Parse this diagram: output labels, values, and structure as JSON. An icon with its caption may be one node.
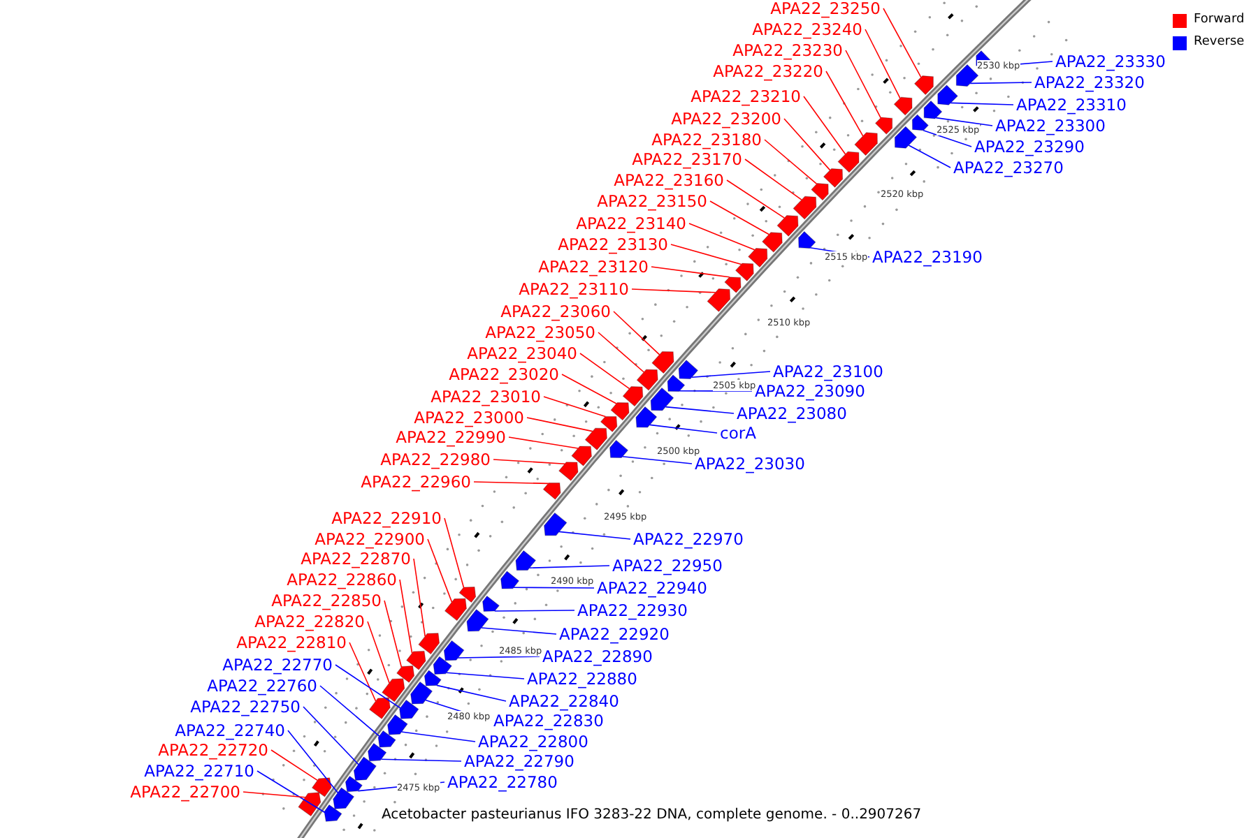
{
  "diagram": {
    "caption": "Acetobacter pasteurianus IFO 3283-22 DNA, complete genome. - 0..2907267",
    "nodes": [
      {
        "text": [
          "APA22_23250"
        ]
      },
      {
        "text": [
          "APA22_23240"
        ]
      },
      {
        "text": [
          "APA22_23230"
        ]
      },
      {
        "text": [
          "APA22_23330"
        ]
      },
      {
        "text": [
          "APA22_23220"
        ]
      },
      {
        "text": [
          "APA22_23320"
        ]
      },
      {
        "text": [
          "APA22_23210"
        ]
      },
      {
        "text": [
          "APA22_23310"
        ]
      },
      {
        "text": [
          "APA22_23200"
        ]
      },
      {
        "text": [
          "APA22_23300"
        ]
      },
      {
        "text": [
          "APA22_23180"
        ]
      },
      {
        "text": [
          "APA22_23290"
        ]
      },
      {
        "text": [
          "APA22_23170"
        ]
      },
      {
        "text": [
          "APA22_23270"
        ]
      },
      {
        "text": [
          "APA22_23160"
        ]
      },
      {
        "text": [
          "APA22_23150"
        ]
      },
      {
        "text": [
          "APA22_23140"
        ]
      },
      {
        "text": [
          "APA22_23130"
        ]
      },
      {
        "text": [
          "APA22_23190"
        ]
      },
      {
        "text": [
          "APA22_23120"
        ]
      },
      {
        "text": [
          "APA22_23110"
        ]
      },
      {
        "text": [
          "APA22_23060"
        ]
      },
      {
        "text": [
          "APA22_23050"
        ]
      },
      {
        "text": [
          "APA22_23040"
        ]
      },
      {
        "text": [
          "APA22_23100"
        ]
      },
      {
        "text": [
          "APA22_23020"
        ]
      },
      {
        "text": [
          "APA22_23090"
        ]
      },
      {
        "text": [
          "APA22_23010"
        ]
      },
      {
        "text": [
          "APA22_23080"
        ]
      },
      {
        "text": [
          "APA22_23000"
        ]
      },
      {
        "text": [
          "corA"
        ]
      },
      {
        "text": [
          "APA22_22990"
        ]
      },
      {
        "text": [
          "APA22_22980"
        ]
      },
      {
        "text": [
          "APA22_23030"
        ]
      },
      {
        "text": [
          "APA22_22960"
        ]
      },
      {
        "text": [
          "APA22_22910"
        ]
      },
      {
        "text": [
          "APA22_22970"
        ]
      },
      {
        "text": [
          "APA22_22900"
        ]
      },
      {
        "text": [
          "APA22_22870"
        ]
      },
      {
        "text": [
          "APA22_22950"
        ]
      },
      {
        "text": [
          "APA22_22860"
        ]
      },
      {
        "text": [
          "APA22_22940"
        ]
      },
      {
        "text": [
          "APA22_22850"
        ]
      },
      {
        "text": [
          "APA22_22930"
        ]
      },
      {
        "text": [
          "APA22_22820"
        ]
      },
      {
        "text": [
          "APA22_22920"
        ]
      },
      {
        "text": [
          "APA22_22810"
        ]
      },
      {
        "text": [
          "APA22_22890"
        ]
      },
      {
        "text": [
          "APA22_22770"
        ]
      },
      {
        "text": [
          "APA22_22880"
        ]
      },
      {
        "text": [
          "APA22_22760"
        ]
      },
      {
        "text": [
          "APA22_22840"
        ]
      },
      {
        "text": [
          "APA22_22750"
        ]
      },
      {
        "text": [
          "APA22_22830"
        ]
      },
      {
        "text": [
          "APA22_22740"
        ]
      },
      {
        "text": [
          "APA22_22800"
        ]
      },
      {
        "text": [
          "APA22_22720"
        ]
      },
      {
        "text": [
          "APA22_22790"
        ]
      },
      {
        "text": [
          "APA22_22710"
        ]
      },
      {
        "text": [
          "APA22_22780"
        ]
      },
      {
        "text": [
          "APA22_22700"
        ]
      },
      {
        "text": [],
        "shape": "bar"
      },
      {
        "text": [],
        "shape": "bar"
      },
      {
        "text": [],
        "shape": "bar"
      },
      {
        "text": [],
        "shape": "bar"
      },
      {
        "text": [],
        "shape": "bar"
      },
      {
        "text": [],
        "shape": "bar"
      },
      {
        "text": [],
        "shape": "bar"
      },
      {
        "text": [],
        "shape": "bar"
      },
      {
        "text": [],
        "shape": "bar"
      },
      {
        "text": [],
        "shape": "bar"
      },
      {
        "text": [],
        "shape": "bar"
      },
      {
        "text": [],
        "shape": "bar"
      },
      {
        "text": [],
        "shape": "bar"
      },
      {
        "text": [],
        "shape": "bar"
      },
      {
        "text": [],
        "shape": "bar"
      },
      {
        "text": [],
        "shape": "bar"
      },
      {
        "text": [],
        "shape": "bar"
      },
      {
        "text": [],
        "shape": "bar"
      },
      {
        "text": [],
        "shape": "bar"
      },
      {
        "text": [],
        "shape": "bar"
      },
      {
        "text": [],
        "shape": "bar"
      },
      {
        "text": [],
        "shape": "bar"
      },
      {
        "text": [],
        "shape": "bar"
      },
      {
        "text": [],
        "shape": "bar"
      },
      {
        "text": [],
        "shape": "bar"
      },
      {
        "text": [],
        "shape": "bar"
      },
      {
        "text": [],
        "shape": "bar"
      },
      {
        "text": [],
        "shape": "bar"
      },
      {
        "text": [],
        "shape": "bar"
      },
      {
        "text": [],
        "shape": "bar"
      },
      {
        "text": [],
        "shape": "bar"
      },
      {
        "text": [],
        "shape": "bar"
      },
      {
        "text": [],
        "shape": "bar"
      },
      {
        "text": [],
        "shape": "bar"
      },
      {
        "text": [],
        "shape": "bar"
      },
      {
        "text": [],
        "shape": "bar"
      },
      {
        "text": [],
        "shape": "bar"
      },
      {
        "text": [],
        "shape": "bar"
      },
      {
        "text": [],
        "shape": "bar"
      },
      {
        "text": [],
        "shape": "bar"
      },
      {
        "text": [],
        "shape": "bar"
      },
      {
        "text": [],
        "shape": "bar"
      },
      {
        "text": [],
        "shape": "bar"
      },
      {
        "text": [],
        "shape": "bar"
      },
      {
        "text": [],
        "shape": "bar"
      },
      {
        "text": [],
        "shape": "bar"
      },
      {
        "text": [],
        "shape": "bar"
      },
      {
        "text": [],
        "shape": "bar"
      },
      {
        "text": [],
        "shape": "bar"
      },
      {
        "text": [],
        "shape": "bar"
      },
      {
        "text": [],
        "shape": "bar"
      },
      {
        "text": [],
        "shape": "bar"
      },
      {
        "text": [],
        "shape": "bar"
      },
      {
        "text": [],
        "shape": "bar"
      },
      {
        "text": [],
        "shape": "bar"
      },
      {
        "text": [],
        "shape": "bar"
      },
      {
        "text": [],
        "shape": "bar"
      },
      {
        "text": [],
        "shape": "bar"
      },
      {
        "text": [],
        "shape": "bar"
      },
      {
        "text": [],
        "shape": "bar"
      },
      {
        "text": [],
        "shape": "bar"
      }
    ],
    "edges": [
      {
        "from": 0,
        "to": 61,
        "arrow": "none",
        "color": "#ff0000"
      },
      {
        "from": 1,
        "to": 62,
        "arrow": "none",
        "color": "#ff0000"
      },
      {
        "from": 2,
        "to": 63,
        "arrow": "none",
        "color": "#ff0000"
      },
      {
        "from": 3,
        "to": 64,
        "arrow": "none",
        "color": "#0000ff"
      },
      {
        "from": 4,
        "to": 65,
        "arrow": "none",
        "color": "#ff0000"
      },
      {
        "from": 5,
        "to": 66,
        "arrow": "none",
        "color": "#0000ff"
      },
      {
        "from": 6,
        "to": 67,
        "arrow": "none",
        "color": "#ff0000"
      },
      {
        "from": 7,
        "to": 68,
        "arrow": "none",
        "color": "#0000ff"
      },
      {
        "from": 8,
        "to": 69,
        "arrow": "none",
        "color": "#ff0000"
      },
      {
        "from": 9,
        "to": 70,
        "arrow": "none",
        "color": "#0000ff"
      },
      {
        "from": 10,
        "to": 71,
        "arrow": "none",
        "color": "#ff0000"
      },
      {
        "from": 11,
        "to": 72,
        "arrow": "none",
        "color": "#0000ff"
      },
      {
        "from": 12,
        "to": 73,
        "arrow": "none",
        "color": "#ff0000"
      },
      {
        "from": 13,
        "to": 74,
        "arrow": "none",
        "color": "#0000ff"
      },
      {
        "from": 14,
        "to": 75,
        "arrow": "none",
        "color": "#ff0000"
      },
      {
        "from": 15,
        "to": 76,
        "arrow": "none",
        "color": "#ff0000"
      },
      {
        "from": 16,
        "to": 77,
        "arrow": "none",
        "color": "#ff0000"
      },
      {
        "from": 17,
        "to": 78,
        "arrow": "none",
        "color": "#ff0000"
      },
      {
        "from": 18,
        "to": 79,
        "arrow": "none",
        "color": "#0000ff"
      },
      {
        "from": 19,
        "to": 80,
        "arrow": "none",
        "color": "#ff0000"
      },
      {
        "from": 20,
        "to": 81,
        "arrow": "none",
        "color": "#ff0000"
      },
      {
        "from": 21,
        "to": 82,
        "arrow": "none",
        "color": "#ff0000"
      },
      {
        "from": 22,
        "to": 83,
        "arrow": "none",
        "color": "#ff0000"
      },
      {
        "from": 23,
        "to": 84,
        "arrow": "none",
        "color": "#ff0000"
      },
      {
        "from": 24,
        "to": 85,
        "arrow": "none",
        "color": "#0000ff"
      },
      {
        "from": 25,
        "to": 86,
        "arrow": "none",
        "color": "#ff0000"
      },
      {
        "from": 26,
        "to": 87,
        "arrow": "none",
        "color": "#0000ff"
      },
      {
        "from": 27,
        "to": 88,
        "arrow": "none",
        "color": "#ff0000"
      },
      {
        "from": 28,
        "to": 89,
        "arrow": "none",
        "color": "#0000ff"
      },
      {
        "from": 29,
        "to": 90,
        "arrow": "none",
        "color": "#ff0000"
      },
      {
        "from": 30,
        "to": 91,
        "arrow": "none",
        "color": "#0000ff"
      },
      {
        "from": 31,
        "to": 92,
        "arrow": "none",
        "color": "#ff0000"
      },
      {
        "from": 32,
        "to": 93,
        "arrow": "none",
        "color": "#ff0000"
      },
      {
        "from": 33,
        "to": 94,
        "arrow": "none",
        "color": "#0000ff"
      },
      {
        "from": 34,
        "to": 95,
        "arrow": "none",
        "color": "#ff0000"
      },
      {
        "from": 35,
        "to": 96,
        "arrow": "none",
        "color": "#ff0000"
      },
      {
        "from": 36,
        "to": 97,
        "arrow": "none",
        "color": "#0000ff"
      },
      {
        "from": 37,
        "to": 98,
        "arrow": "none",
        "color": "#ff0000"
      },
      {
        "from": 38,
        "to": 99,
        "arrow": "none",
        "color": "#ff0000"
      },
      {
        "from": 39,
        "to": 100,
        "arrow": "none",
        "color": "#0000ff"
      },
      {
        "from": 40,
        "to": 101,
        "arrow": "none",
        "color": "#ff0000"
      },
      {
        "from": 41,
        "to": 102,
        "arrow": "none",
        "color": "#0000ff"
      },
      {
        "from": 42,
        "to": 103,
        "arrow": "none",
        "color": "#ff0000"
      },
      {
        "from": 43,
        "to": 104,
        "arrow": "none",
        "color": "#0000ff"
      },
      {
        "from": 44,
        "to": 105,
        "arrow": "none",
        "color": "#ff0000"
      },
      {
        "from": 45,
        "to": 106,
        "arrow": "none",
        "color": "#0000ff"
      },
      {
        "from": 46,
        "to": 107,
        "arrow": "none",
        "color": "#ff0000"
      },
      {
        "from": 47,
        "to": 108,
        "arrow": "none",
        "color": "#0000ff"
      },
      {
        "from": 48,
        "to": 109,
        "arrow": "none",
        "color": "#0000ff"
      },
      {
        "from": 49,
        "to": 110,
        "arrow": "none",
        "color": "#0000ff"
      },
      {
        "from": 50,
        "to": 111,
        "arrow": "none",
        "color": "#0000ff"
      },
      {
        "from": 51,
        "to": 112,
        "arrow": "none",
        "color": "#0000ff"
      },
      {
        "from": 52,
        "to": 113,
        "arrow": "none",
        "color": "#0000ff"
      },
      {
        "from": 53,
        "to": 114,
        "arrow": "none",
        "color": "#0000ff"
      },
      {
        "from": 54,
        "to": 115,
        "arrow": "none",
        "color": "#0000ff"
      },
      {
        "from": 55,
        "to": 116,
        "arrow": "none",
        "color": "#0000ff"
      },
      {
        "from": 56,
        "to": 117,
        "arrow": "none",
        "color": "#ff0000"
      },
      {
        "from": 57,
        "to": 118,
        "arrow": "none",
        "color": "#0000ff"
      },
      {
        "from": 58,
        "to": 119,
        "arrow": "none",
        "color": "#0000ff"
      },
      {
        "from": 59,
        "to": 120,
        "arrow": "none",
        "color": "#0000ff"
      },
      {
        "from": 60,
        "to": 121,
        "arrow": "none",
        "color": "#ff0000"
      }
    ],
    "labels": [
      "2530 kbp",
      "2525 kbp",
      "2520 kbp",
      "2515 kbp",
      "2510 kbp",
      "2505 kbp",
      "2500 kbp",
      "2495 kbp",
      "2490 kbp",
      "2485 kbp",
      "2480 kbp",
      "2475 kbp"
    ],
    "legend": [
      {
        "text": "Forward",
        "color": "#ff0000"
      },
      {
        "text": "Reverse",
        "color": "#0000ff"
      }
    ]
  }
}
